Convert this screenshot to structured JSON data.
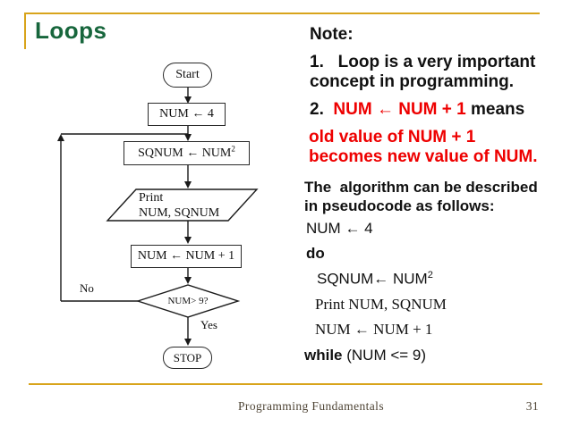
{
  "colors": {
    "accent_gold": "#D8A41B",
    "title_green": "#17663C",
    "highlight_red": "#EE0000",
    "text_black": "#111111",
    "footer_brown": "#4E4435"
  },
  "header": {
    "title": "Loops"
  },
  "flowchart": {
    "start": "Start",
    "assign1": "NUM ← 4",
    "assign2_base": "SQNUM ← NUM",
    "assign2_sup": "2",
    "print_line1": "Print",
    "print_line2": "NUM, SQNUM",
    "assign3": "NUM ← NUM + 1",
    "condition": "NUM> 9?",
    "no_label": "No",
    "yes_label": "Yes",
    "stop": "STOP"
  },
  "note": {
    "title": "Note:",
    "item1_line1": "1.   Loop is a very important",
    "item1_line2": "concept in programming.",
    "item2_number": "2.  ",
    "item2_highlight": "NUM ← NUM + 1",
    "item2_rest": " means",
    "red_line1": "old value of NUM + 1",
    "red_line2": "becomes new value of NUM."
  },
  "pseudocode": {
    "intro_line1": "The  algorithm can be described",
    "intro_line2": "in pseudocode as follows:",
    "line1": "NUM ← 4",
    "line2": "do",
    "line3_base": "SQNUM← NUM",
    "line3_sup": "2",
    "line4": "Print NUM, SQNUM",
    "line5": "NUM ← NUM + 1",
    "line6_bold": "while",
    "line6_rest": " (NUM <= 9)"
  },
  "footer": {
    "course": "Programming Fundamentals",
    "page": "31"
  }
}
